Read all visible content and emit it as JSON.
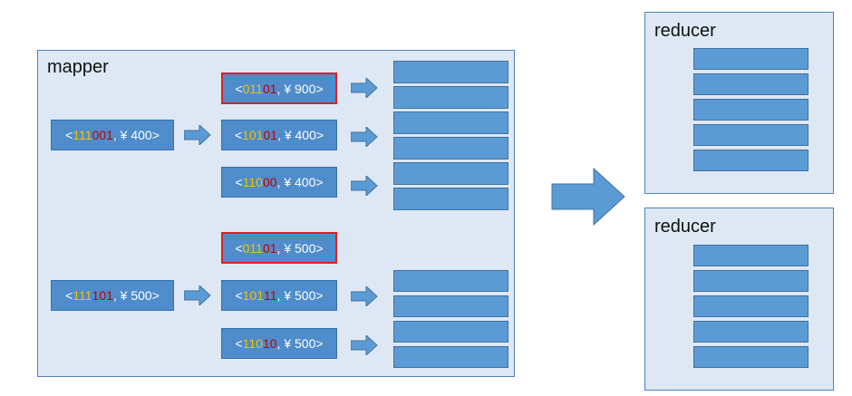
{
  "colors": {
    "panel_fill": "#dde8f4",
    "panel_border": "#4f81bd",
    "box_fill": "#4f8ccb",
    "bar_fill": "#5b9bd5",
    "highlight_border": "#e02020",
    "bit_yellow": "#f2c200",
    "bit_red": "#c00000"
  },
  "mapper": {
    "title": "mapper",
    "inputs": [
      {
        "open": "<",
        "bits_a": "111",
        "bits_b": "001",
        "rest": ", ¥ 400>"
      },
      {
        "open": "<",
        "bits_a": "111",
        "bits_b": "101",
        "rest": ", ¥ 500>"
      }
    ],
    "subkeys": [
      {
        "open": "<",
        "bits_a": "011",
        "bits_b": "01",
        "rest": ", ¥ 900>"
      },
      {
        "open": "<",
        "bits_a": "101",
        "bits_b": "01",
        "rest": ", ¥ 400>"
      },
      {
        "open": "<",
        "bits_a": "110",
        "bits_b": "00",
        "rest": ", ¥ 400>"
      },
      {
        "open": "<",
        "bits_a": "011",
        "bits_b": "01",
        "rest": ", ¥ 500>"
      },
      {
        "open": "<",
        "bits_a": "101",
        "bits_b": "11",
        "rest": ", ¥ 500>"
      },
      {
        "open": "<",
        "bits_a": "110",
        "bits_b": "10",
        "rest": ", ¥ 500>"
      }
    ]
  },
  "reducers": [
    {
      "title": "reducer"
    },
    {
      "title": "reducer"
    }
  ]
}
